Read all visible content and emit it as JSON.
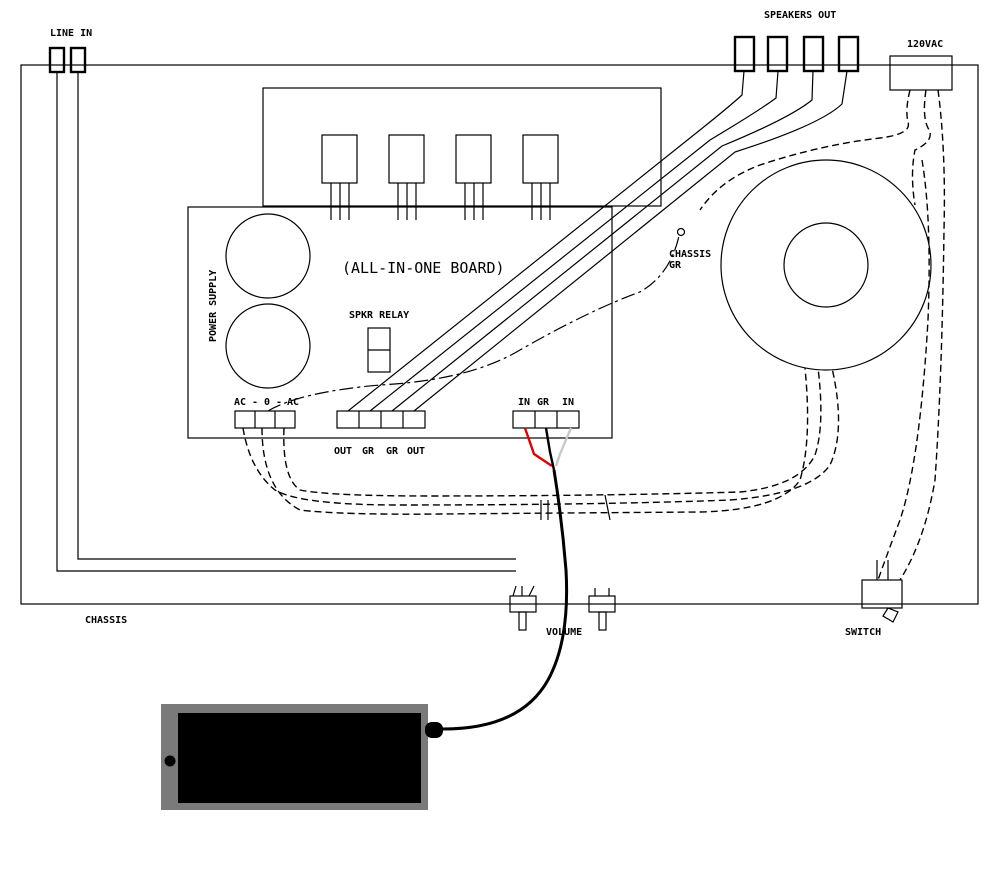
{
  "labels": {
    "line_in": "LINE IN",
    "speakers_out": "SPEAKERS OUT",
    "ac_input": "120VAC",
    "board": "(ALL-IN-ONE BOARD)",
    "power_supply": "POWER SUPPLY",
    "speaker_relay": "SPKR RELAY",
    "chassis_ground_1": "CHASSIS",
    "chassis_ground_2": "GR",
    "chassis": "CHASSIS",
    "volume": "VOLUME",
    "switch": "SWITCH"
  },
  "ac_terminal": [
    "AC",
    "-",
    "0",
    "-",
    "AC"
  ],
  "speaker_terminals": [
    "OUT",
    "GR",
    "GR",
    "OUT"
  ],
  "input_terminals": [
    "IN",
    "GR",
    "IN"
  ],
  "wire_colors": {
    "line": "#000000",
    "signal_red": "#e00000",
    "signal_white": "#c8c8c8",
    "cable": "#000000",
    "battery_case": "#7a7a7a",
    "battery_body": "#000000"
  }
}
